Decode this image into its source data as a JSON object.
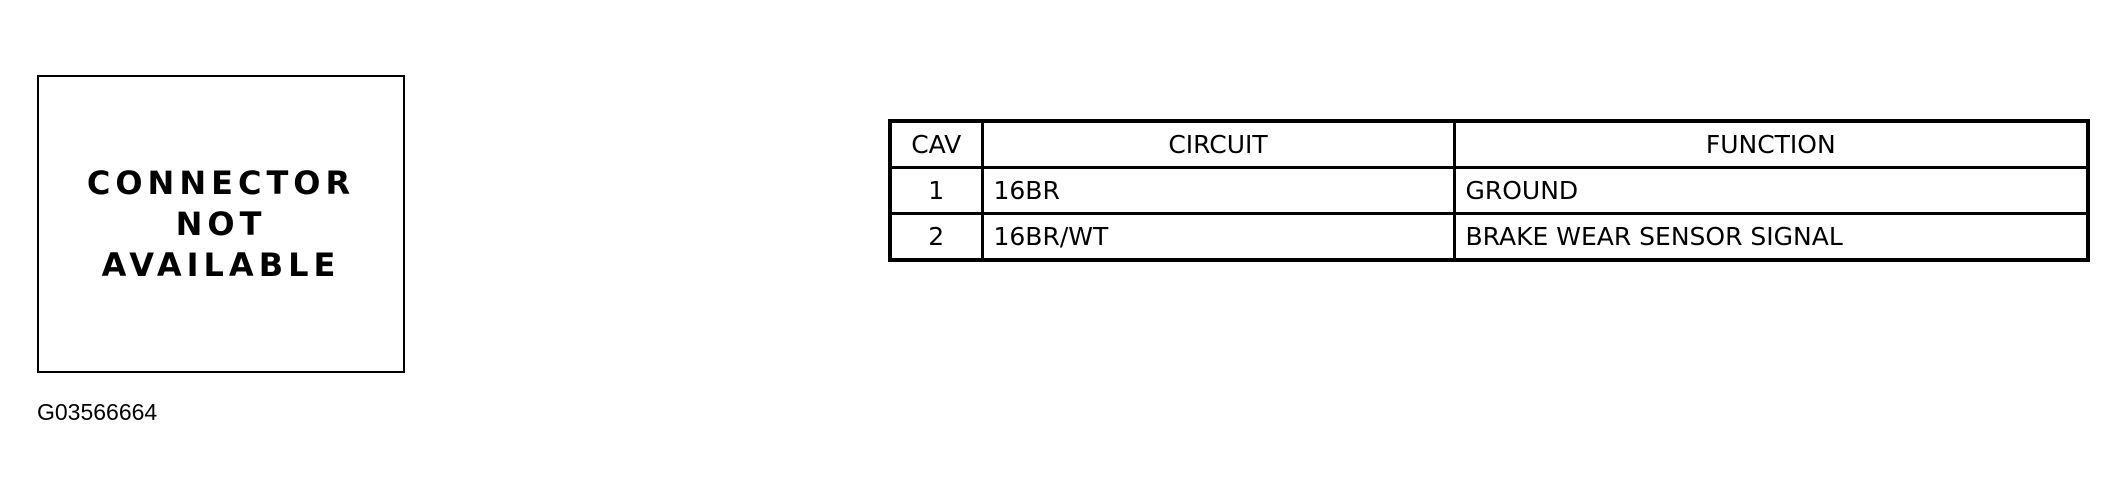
{
  "connector_box": {
    "lines": [
      "CONNECTOR",
      "NOT",
      "AVAILABLE"
    ]
  },
  "figure_id": "G03566664",
  "table": {
    "headers": [
      "CAV",
      "CIRCUIT",
      "FUNCTION"
    ],
    "rows": [
      [
        "1",
        "16BR",
        "GROUND"
      ],
      [
        "2",
        "16BR/WT",
        "BRAKE WEAR SENSOR SIGNAL"
      ]
    ]
  }
}
